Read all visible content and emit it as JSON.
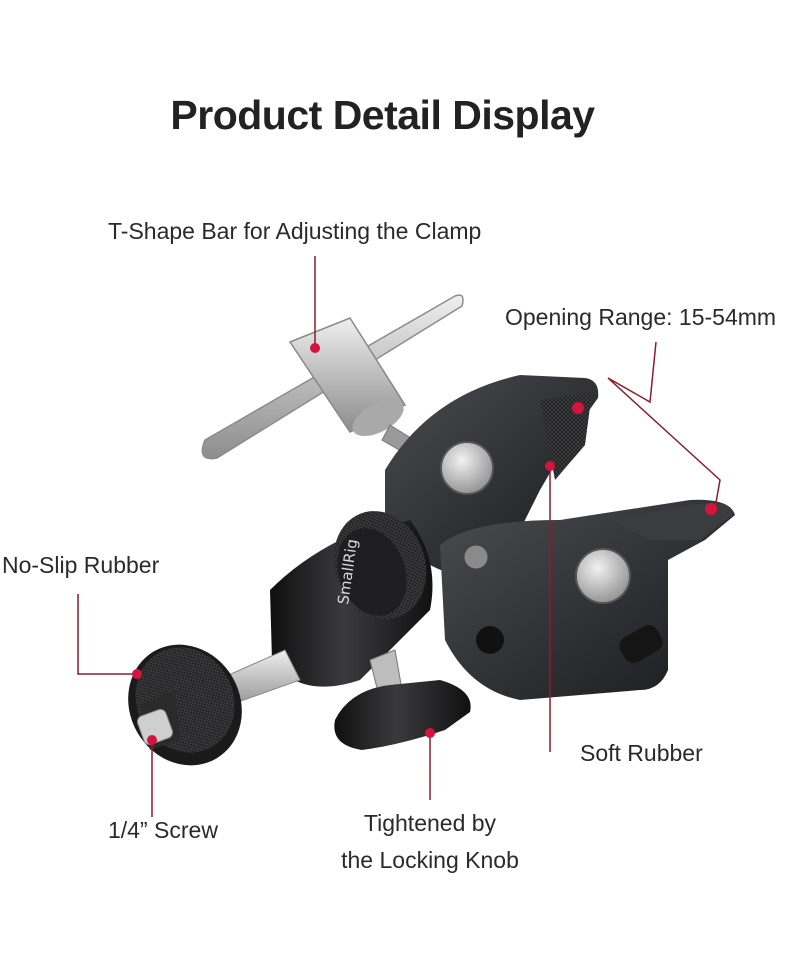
{
  "title": "Product Detail Display",
  "brand_engraving": "SmallRig",
  "callouts": {
    "t_bar": "T-Shape Bar for Adjusting the Clamp",
    "opening_range": "Opening Range: 15-54mm",
    "no_slip": "No-Slip Rubber",
    "soft_rubber": "Soft Rubber",
    "screw": "1/4” Screw",
    "knob_line1": "Tightened by",
    "knob_line2": "the Locking Knob"
  },
  "colors": {
    "leader_line": "#8a1f2c",
    "marker": "#d4143c",
    "metal_dark": "#2b2d30",
    "silver": "#c9c9c9"
  }
}
